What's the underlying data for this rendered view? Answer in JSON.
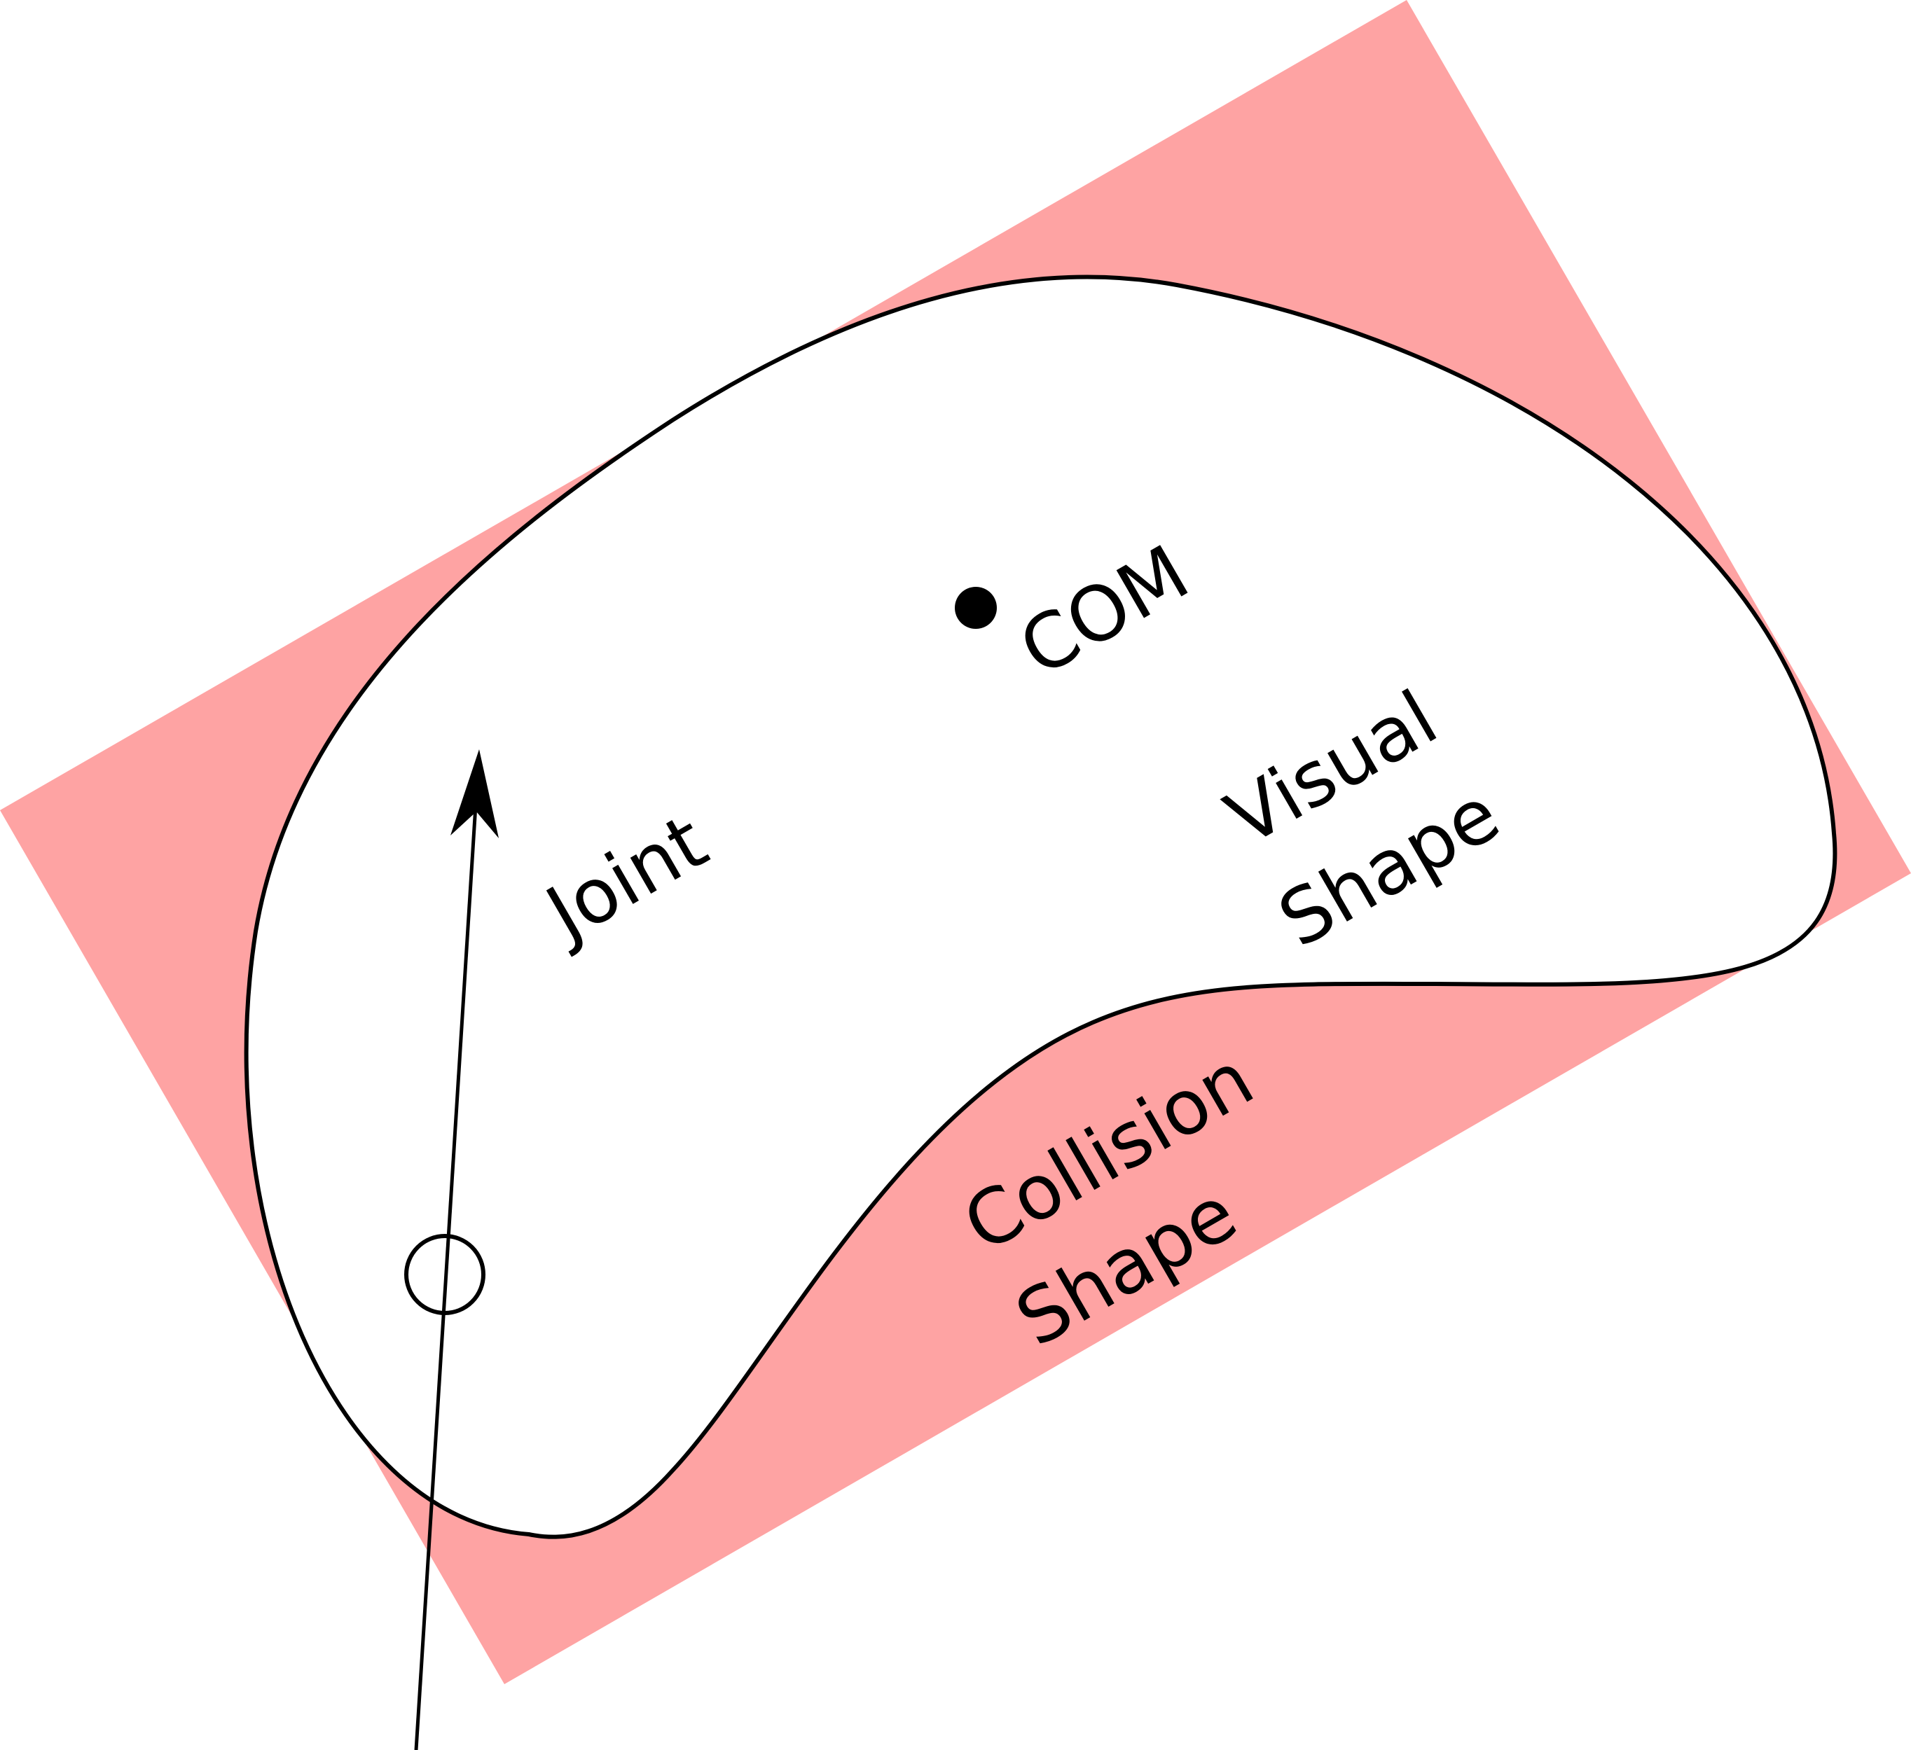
{
  "colors": {
    "collision_fill": "#fea3a3",
    "visual_fill": "#ffffff",
    "stroke": "#000000",
    "background": "#ffffff"
  },
  "labels": {
    "com": "COM",
    "joint": "Joint",
    "visual_line1": "Visual",
    "visual_line2": "Shape",
    "collision_line1": "Collision",
    "collision_line2": "Shape"
  }
}
